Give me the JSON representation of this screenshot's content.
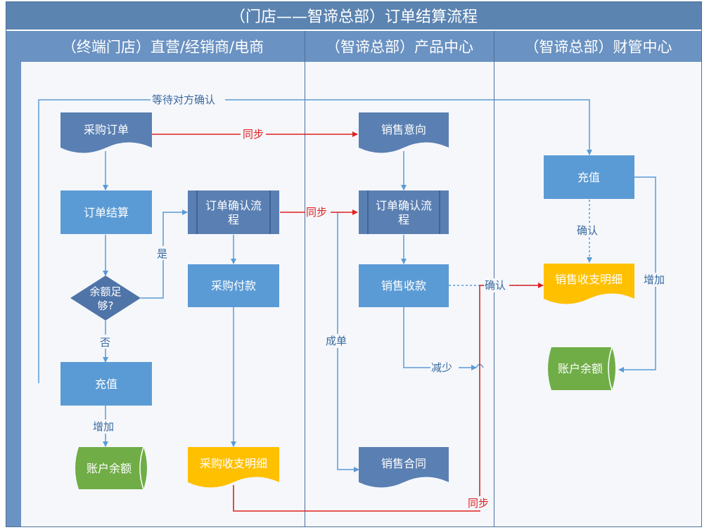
{
  "title": "（门店——智谛总部）订单结算流程",
  "lanes": [
    "（终端门店）直营/经销商/电商",
    "（智谛总部）产品中心",
    "（智谛总部）财管中心"
  ],
  "nodes": {
    "purchase_order": "采购订单",
    "order_settle": "订单结算",
    "balance_enough_1": "余额足",
    "balance_enough_2": "够?",
    "recharge_store": "充值",
    "account_balance_store": "账户余额",
    "order_confirm_flow_store_1": "订单确认流",
    "order_confirm_flow_store_2": "程",
    "purchase_payment": "采购付款",
    "purchase_detail": "采购收支明细",
    "sales_intent": "销售意向",
    "order_confirm_flow_product_1": "订单确认流",
    "order_confirm_flow_product_2": "程",
    "sales_receipt": "销售收款",
    "sales_contract": "销售合同",
    "recharge_finance": "充值",
    "sales_detail": "销售收支明细",
    "account_balance_finance": "账户余额"
  },
  "edge_labels": {
    "wait_confirm": "等待对方确认",
    "sync_top": "同步",
    "sync_mid": "同步",
    "sync_bottom": "同步",
    "yes": "是",
    "no": "否",
    "increase_store": "增加",
    "deal": "成单",
    "confirm_finance": "确认",
    "confirm_receipt": "确认",
    "decrease": "减少",
    "increase_finance": "增加"
  },
  "colors": {
    "header": "#6a92c2",
    "title": "#5b84b1",
    "process": "#5b9bd5",
    "predefined": "#5a7fb2",
    "document_blue": "#5a7fb2",
    "document_yellow": "#ffc000",
    "storage_green": "#70ad47",
    "decision": "#4f74a8",
    "connector": "#5b9bd5",
    "sync": "#e02020"
  }
}
